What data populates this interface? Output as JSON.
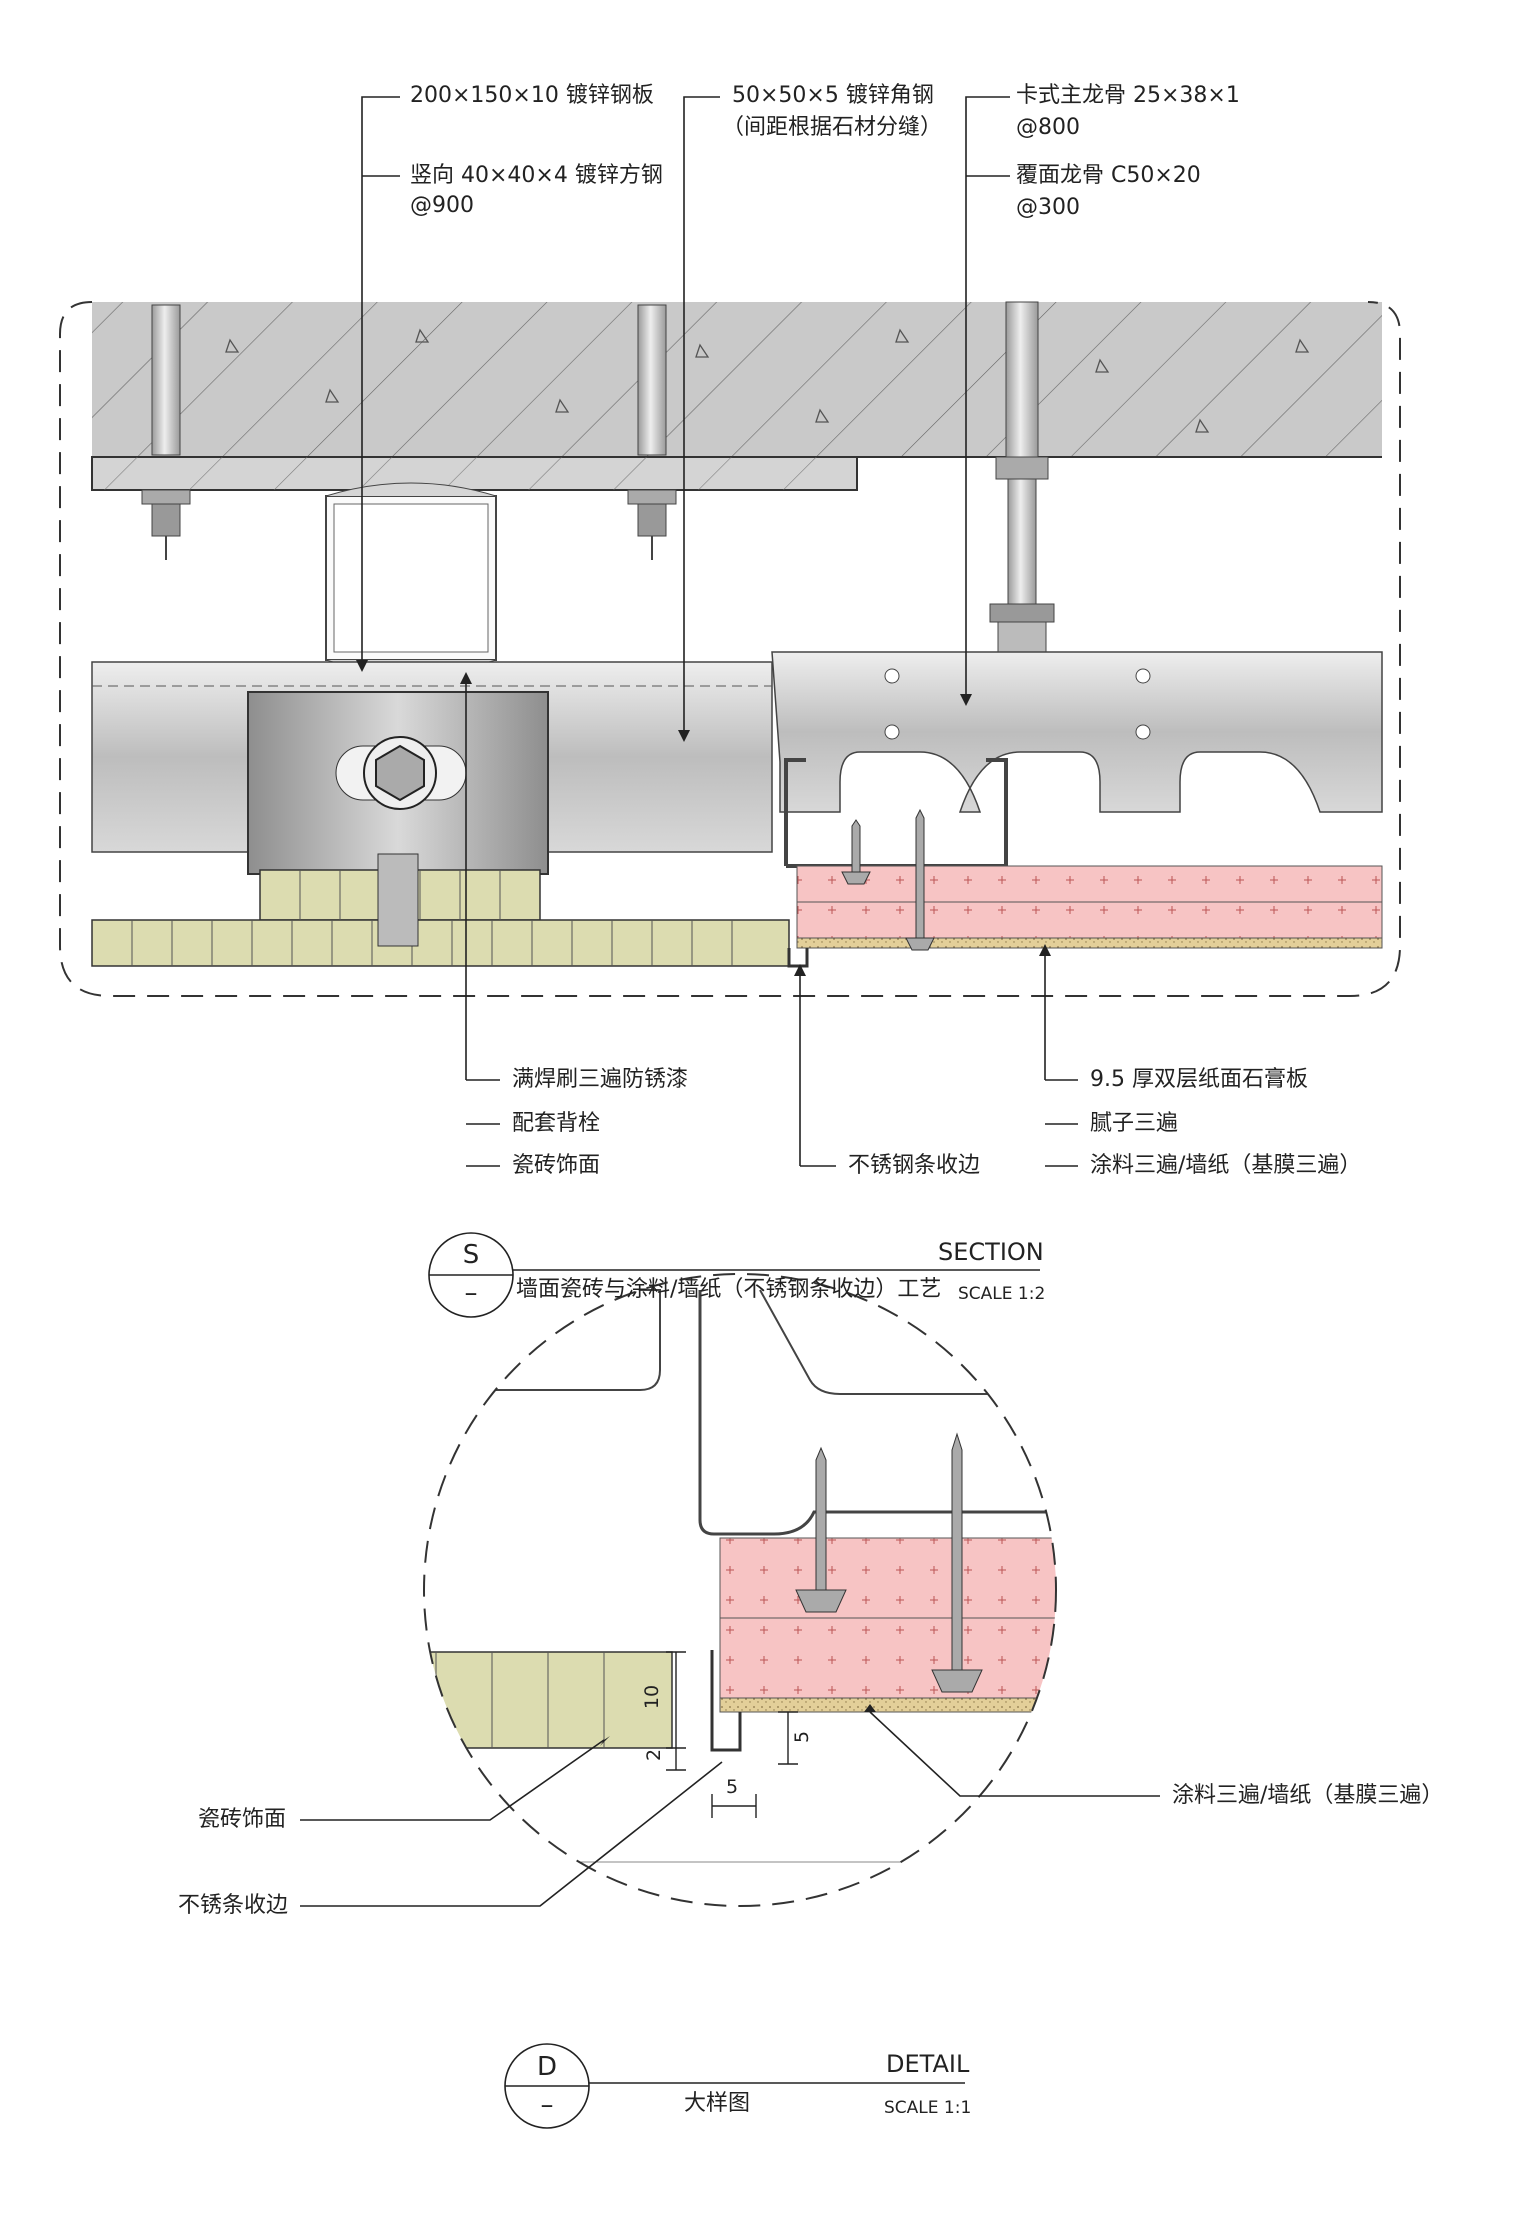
{
  "section": {
    "top_labels": {
      "plate": "200×150×10 镀锌钢板",
      "square_steel": "竖向 40×40×4 镀锌方钢",
      "square_steel_spacing": "@900",
      "angle_steel": "50×50×5 镀锌角钢",
      "angle_steel_note": "（间距根据石材分缝）",
      "main_keel": "卡式主龙骨 25×38×1",
      "main_keel_spacing": "@800",
      "cover_keel": "覆面龙骨 C50×20",
      "cover_keel_spacing": "@300"
    },
    "bottom_labels": {
      "weld": "满焊刷三遍防锈漆",
      "back_bolt": "配套背栓",
      "tile": "瓷砖饰面",
      "stainless_strip": "不锈钢条收边",
      "gypsum": "9.5 厚双层纸面石膏板",
      "putty": "腻子三遍",
      "paint": "涂料三遍/墙纸（基膜三遍）"
    },
    "title": {
      "letter": "S",
      "sub": "–",
      "kind": "SECTION",
      "name": "墙面瓷砖与涂料/墙纸（不锈钢条收边）工艺",
      "scale": "SCALE 1:2"
    }
  },
  "detail": {
    "labels": {
      "tile": "瓷砖饰面",
      "strip": "不锈条收边",
      "paint": "涂料三遍/墙纸（基膜三遍）"
    },
    "dims": {
      "d10": "10",
      "d2": "2",
      "d5v": "5",
      "d5h": "5"
    },
    "title": {
      "letter": "D",
      "sub": "–",
      "kind": "DETAIL",
      "name": "大样图",
      "scale": "SCALE 1:1"
    }
  },
  "colors": {
    "concrete": "#c9c9c9",
    "tile": "#dcdcb0",
    "gypsum": "#f7c4c4",
    "putty": "#e3cf99",
    "steel": "#bdbdbd"
  }
}
